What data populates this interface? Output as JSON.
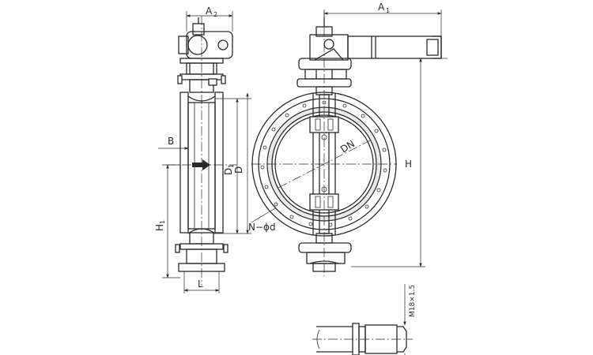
{
  "labels": {
    "A1": "A",
    "A1_sub": "1",
    "A2": "A",
    "A2_sub": "2",
    "B": "B",
    "D1": "D",
    "D1_sub": "1",
    "D": "D",
    "H1": "H",
    "H1_sub": "1",
    "H": "H",
    "L": "L",
    "DN": "DN",
    "N_phi_d": "N−ϕd",
    "thread": "M18×1.5"
  }
}
